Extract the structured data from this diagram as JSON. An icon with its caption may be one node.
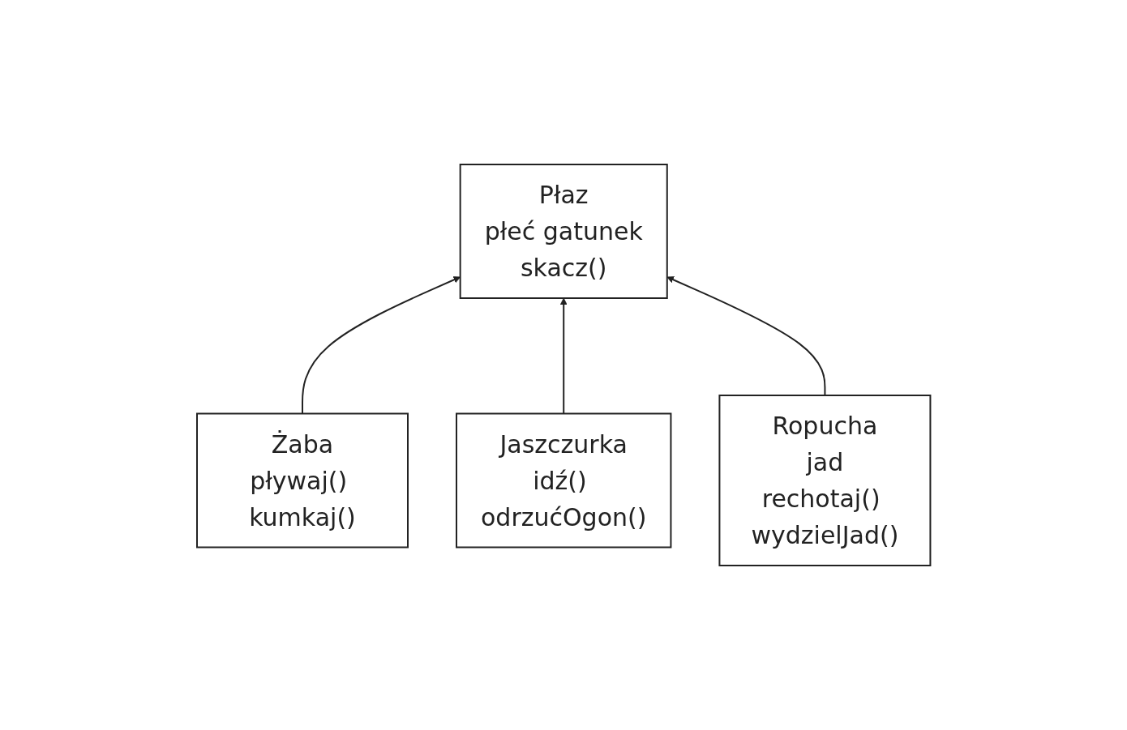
{
  "diagram": {
    "nodes": [
      {
        "text": [
          "Płaz",
          "płeć gatunek",
          "skacz()"
        ]
      },
      {
        "text": [
          "Żaba",
          "pływaj() kumkaj()"
        ]
      },
      {
        "text": [
          "Jaszczurka",
          "idź() odrzućOgon()"
        ]
      },
      {
        "text": [
          "Ropucha",
          "jad",
          "rechotaj() wydzielJad()"
        ]
      }
    ],
    "edges": [
      {
        "from": 1,
        "to": 0,
        "arrow": "to"
      },
      {
        "from": 2,
        "to": 0,
        "arrow": "to"
      },
      {
        "from": 3,
        "to": 0,
        "arrow": "to"
      }
    ]
  }
}
